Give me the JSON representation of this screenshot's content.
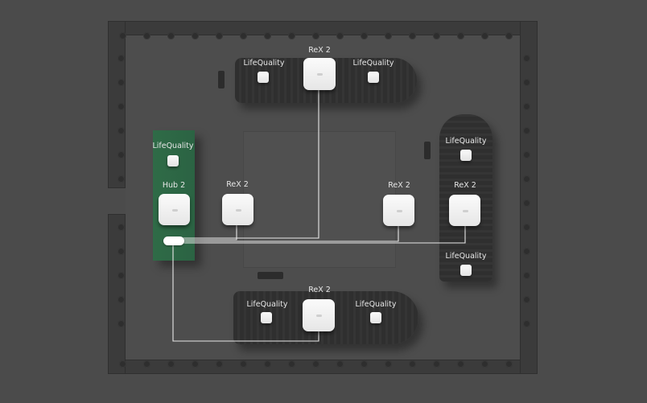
{
  "devices": {
    "top_left_quality": "LifeQuality",
    "top_rex": "ReX 2",
    "top_right_quality": "LifeQuality",
    "hub_quality": "LifeQuality",
    "hub": "Hub 2",
    "left_rex": "ReX 2",
    "center_rex": "ReX 2",
    "right_quality_top": "LifeQuality",
    "right_rex": "ReX 2",
    "right_quality_bottom": "LifeQuality",
    "bottom_left_quality": "LifeQuality",
    "bottom_rex": "ReX 2",
    "bottom_right_quality": "LifeQuality"
  },
  "colors": {
    "background": "#4b4b4b",
    "hub_zone": "#2f6b47",
    "device": "#f4f4f4",
    "wire": "#e8e8e8"
  }
}
